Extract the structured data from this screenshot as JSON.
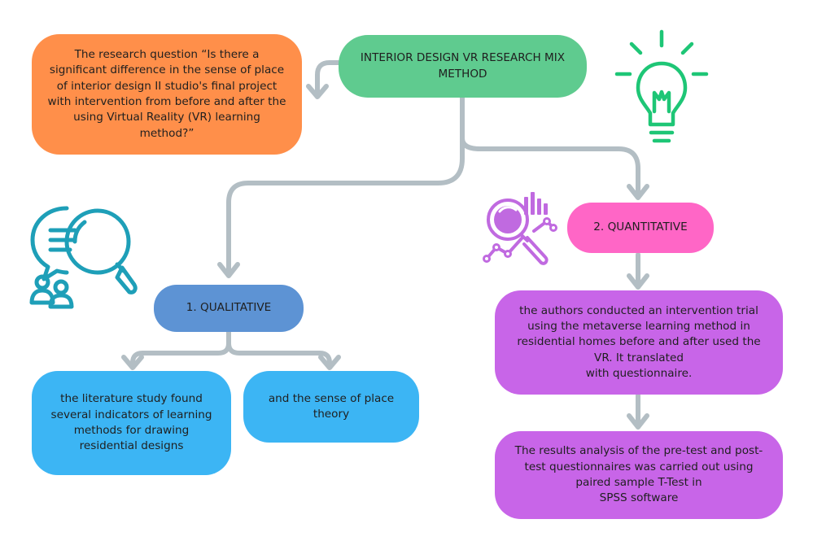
{
  "title": "INTERIOR DESIGN VR RESEARCH MIX METHOD",
  "research_question": "The research question “Is there a significant difference in the sense of place of interior design II studio's final project with intervention from before and after the using Virtual Reality (VR) learning method?”",
  "qualitative": {
    "label": "1. QUALITATIVE",
    "literature": "the literature study found several indicators of learning methods for drawing residential designs",
    "theory": "and the sense of place theory"
  },
  "quantitative": {
    "label": "2. QUANTITATIVE",
    "intervention": "the authors conducted an intervention trial using the metaverse learning method in residential homes before and after used the VR. It translated\nwith questionnaire.",
    "results": "The results analysis of the pre-test and post-test questionnaires was carried out using paired sample T-Test in\nSPSS software"
  },
  "icons": {
    "top_right": "lightbulb-icon",
    "left": "chat-search-people-icon",
    "right": "analytics-search-icon"
  },
  "colors": {
    "title": "#5fcb8f",
    "question": "#ff8f4a",
    "qualitative": "#5d93d4",
    "qual_children": "#3cb5f4",
    "quantitative": "#ff66c6",
    "quant_children": "#c865e8",
    "connector": "#b3bec4",
    "bulb": "#1ec676",
    "chat": "#1e9fb8",
    "analytics": "#c06ae0"
  }
}
